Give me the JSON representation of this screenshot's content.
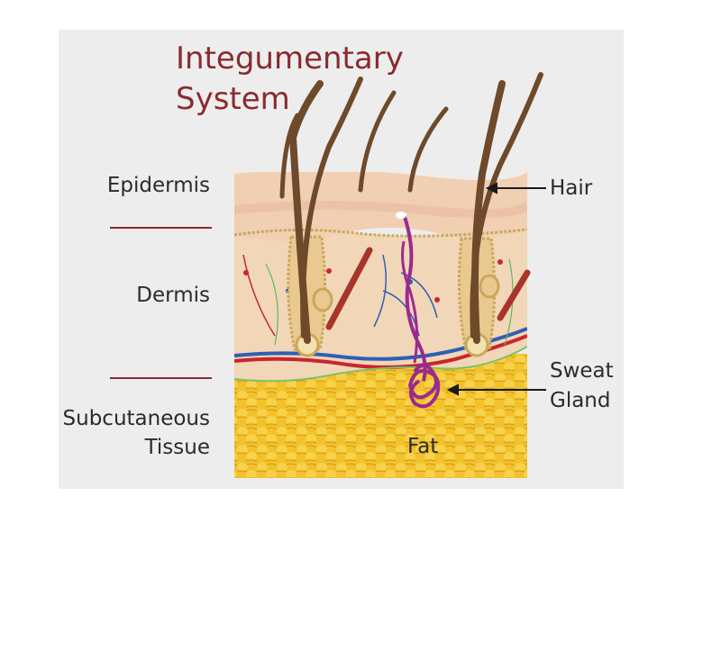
{
  "title_line1": "Integumentary",
  "title_line2": "System",
  "layers": {
    "epidermis": "Epidermis",
    "dermis": "Dermis",
    "subcutaneous_line1": "Subcutaneous",
    "subcutaneous_line2": "Tissue"
  },
  "callouts": {
    "hair": "Hair",
    "sweat_line1": "Sweat",
    "sweat_line2": "Gland",
    "fat": "Fat"
  },
  "colors": {
    "title": "#8a2a2f",
    "panel": "#ededed",
    "epidermis": "#f0cfb2",
    "dermis": "#f2d6b8",
    "fat": "#f2c22c",
    "sweat_gland": "#9a2a8e",
    "artery": "#c8262e",
    "vein": "#2d5fb5",
    "hair": "#6e4a2a"
  }
}
